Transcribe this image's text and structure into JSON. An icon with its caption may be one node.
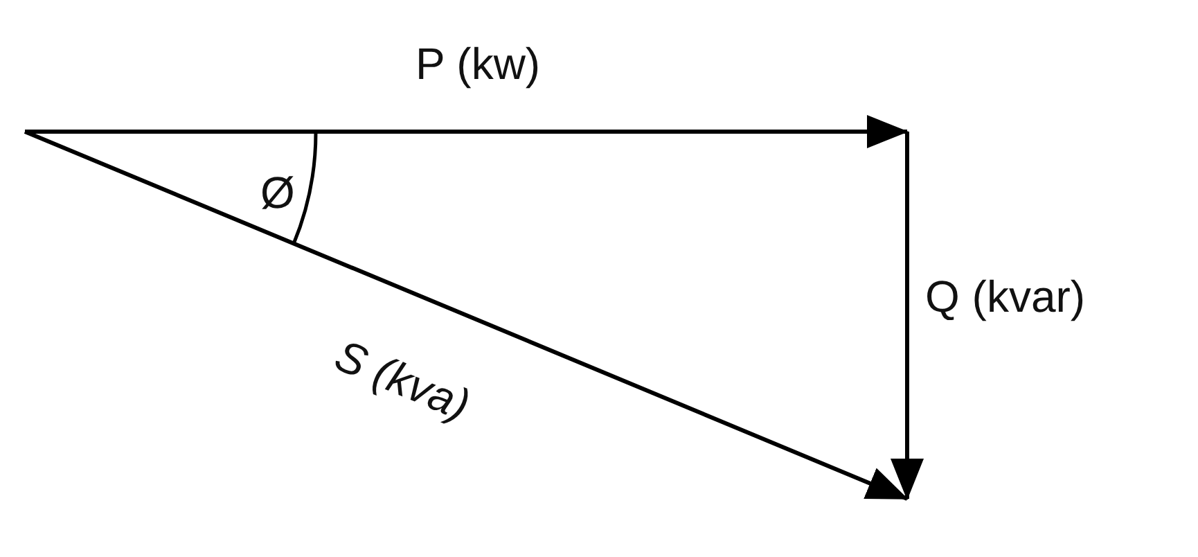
{
  "diagram": {
    "labels": [
      "P (kw)",
      "Ø",
      "Q (kvar)",
      "S (kva)"
    ]
  }
}
